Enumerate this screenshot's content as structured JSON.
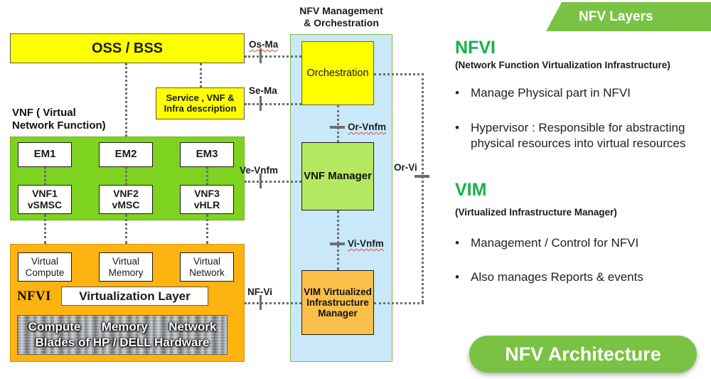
{
  "left_stack": {
    "oss_bss": {
      "label": "OSS / BSS"
    },
    "service_desc": {
      "label": "Service , VNF &\nInfra description"
    },
    "vnf_section": {
      "title": "VNF ( Virtual\nNetwork Function)",
      "em_boxes": [
        {
          "label": "EM1"
        },
        {
          "label": "EM2"
        },
        {
          "label": "EM3"
        }
      ],
      "vnf_boxes": [
        {
          "label": "VNF1\nvSMSC"
        },
        {
          "label": "VNF2\nvMSC"
        },
        {
          "label": "VNF3\nvHLR"
        }
      ]
    },
    "nfvi_section": {
      "tag": "NFVI",
      "virtual_resources": [
        {
          "label": "Virtual\nCompute"
        },
        {
          "label": "Virtual\nMemory"
        },
        {
          "label": "Virtual\nNetwork"
        }
      ],
      "virtualization_layer": {
        "label": "Virtualization Layer"
      },
      "hardware": {
        "columns": [
          "Compute",
          "Memory",
          "Network"
        ],
        "caption": "Blades of HP / DELL Hardware"
      }
    }
  },
  "mano": {
    "title": "NFV Management\n& Orchestration",
    "blocks": [
      {
        "label": "Orchestration"
      },
      {
        "label": "VNF Manager"
      },
      {
        "label": "VIM Virtualized\nInfrastructure\nManager"
      }
    ]
  },
  "interfaces": [
    {
      "name": "Os-Ma",
      "label": "Os-Ma"
    },
    {
      "name": "Se-Ma",
      "label": "Se-Ma"
    },
    {
      "name": "Or-Vnfm",
      "label": "Or-Vnfm"
    },
    {
      "name": "Ve-Vnfm",
      "label": "Ve-Vnfm"
    },
    {
      "name": "Vi-Vnfm",
      "label": "Vi-Vnfm"
    },
    {
      "name": "Or-Vi",
      "label": "Or-Vi"
    },
    {
      "name": "NF-Vi",
      "label": "NF-Vi"
    }
  ],
  "right_panel": {
    "banner": "NFV Layers",
    "sections": [
      {
        "title": "NFVI",
        "subtitle": "(Network Function Virtualization Infrastructure)",
        "bullets": [
          "Manage Physical part in NFVI",
          "Hypervisor : Responsible for abstracting physical resources into virtual resources"
        ]
      },
      {
        "title": "VIM",
        "subtitle": "(Virtualized Infrastructure Manager)",
        "bullets": [
          "Management / Control for NFVI",
          "Also manages Reports & events"
        ]
      }
    ],
    "footer_pill": "NFV Architecture"
  },
  "colors": {
    "vnf_green": "#7ed321",
    "nfvi_orange": "#ffb310",
    "mano_blue": "#c9e9fb",
    "brand_green": "#7ac243",
    "title_green": "#18b04a",
    "yellow": "#ffff00"
  }
}
